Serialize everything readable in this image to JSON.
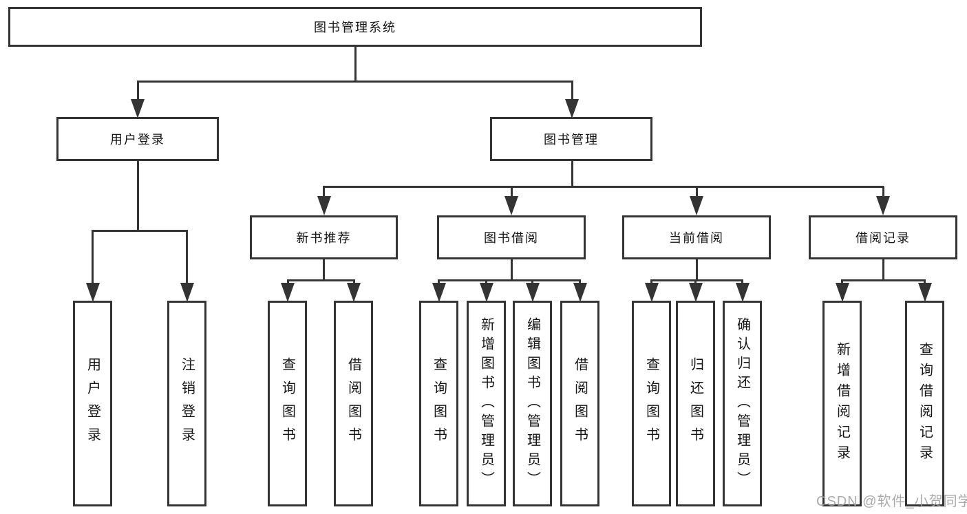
{
  "tree": {
    "root": {
      "label": "图书管理系统",
      "children": [
        {
          "label": "用户登录",
          "children": [
            {
              "label": "用户登录"
            },
            {
              "label": "注销登录"
            }
          ]
        },
        {
          "label": "图书管理",
          "children": [
            {
              "label": "新书推荐",
              "children": [
                {
                  "label": "查询图书"
                },
                {
                  "label": "借阅图书"
                }
              ]
            },
            {
              "label": "图书借阅",
              "children": [
                {
                  "label": "查询图书"
                },
                {
                  "label": "新增图书（管理员）"
                },
                {
                  "label": "编辑图书（管理员）"
                },
                {
                  "label": "借阅图书"
                }
              ]
            },
            {
              "label": "当前借阅",
              "children": [
                {
                  "label": "查询图书"
                },
                {
                  "label": "归还图书"
                },
                {
                  "label": "确认归还（管理员）"
                }
              ]
            },
            {
              "label": "借阅记录",
              "children": [
                {
                  "label": "新增借阅记录"
                },
                {
                  "label": "查询借阅记录"
                }
              ]
            }
          ]
        }
      ]
    }
  },
  "watermark": {
    "text": "CSDN @软件_小贺同学"
  },
  "colors": {
    "line": "#343434",
    "text": "#151515",
    "watermark": "#9e9e9e",
    "background": "#ffffff"
  }
}
